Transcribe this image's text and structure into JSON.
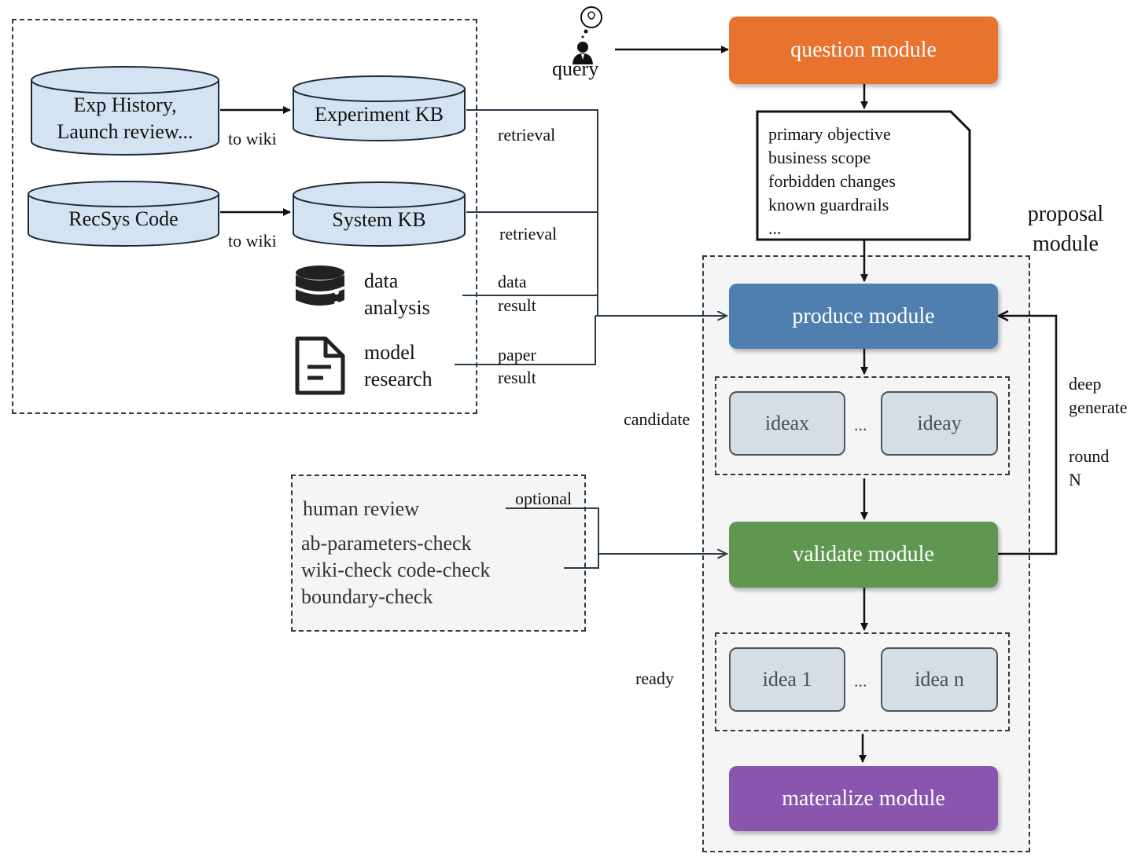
{
  "sources": {
    "exp_history_line1": "Exp History,",
    "exp_history_line2": "Launch review...",
    "recsys_code": "RecSys Code",
    "experiment_kb": "Experiment KB",
    "system_kb": "System KB",
    "to_wiki_1": "to wiki",
    "to_wiki_2": "to wiki",
    "data_analysis_line1": "data",
    "data_analysis_line2": "analysis",
    "model_research_line1": "model",
    "model_research_line2": "research"
  },
  "edge_labels": {
    "retrieval_1": "retrieval",
    "retrieval_2": "retrieval",
    "data_result_line1": "data",
    "data_result_line2": "result",
    "paper_result_line1": "paper",
    "paper_result_line2": "result",
    "candidate": "candidate",
    "ready": "ready",
    "deep_generate_line1": "deep",
    "deep_generate_line2": "generate",
    "round_n_line1": "round",
    "round_n_line2": "N",
    "optional": "optional"
  },
  "query": {
    "label": "query"
  },
  "modules": {
    "question": "question module",
    "produce": "produce module",
    "validate": "validate module",
    "materialize": "materalize module"
  },
  "proposal_module": {
    "line1": "proposal",
    "line2": "module"
  },
  "question_doc": {
    "lines": [
      "primary objective",
      "business scope",
      "forbidden changes",
      "known guardrails",
      "..."
    ]
  },
  "candidates": {
    "first": "ideax",
    "ellipsis": "...",
    "last": "ideay"
  },
  "ready_ideas": {
    "first": "idea 1",
    "ellipsis": "...",
    "last": "idea n"
  },
  "review_box": {
    "human_review": "human review",
    "check_lines": [
      "ab-parameters-check",
      "wiki-check code-check",
      "boundary-check"
    ]
  },
  "colors": {
    "question": "#e8732f",
    "produce": "#4f7fae",
    "validate": "#5f9650",
    "materialize": "#8a55ae",
    "cylinder_fill": "#d4e3f1",
    "idea_fill": "#d7dde5",
    "region_fill": "#f5f5f5"
  }
}
